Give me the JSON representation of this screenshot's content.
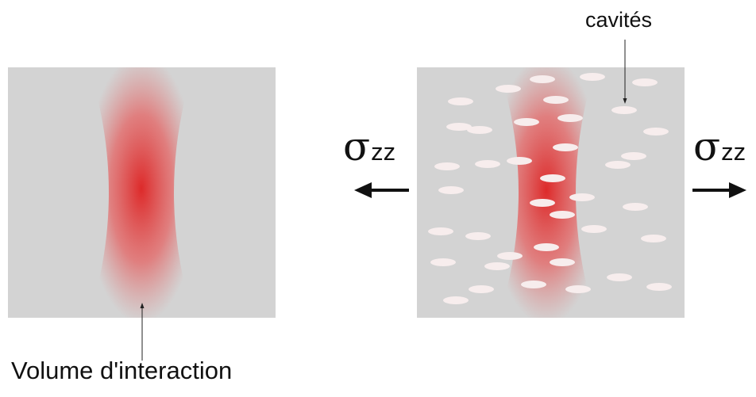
{
  "labels": {
    "interaction_volume": "Volume d'interaction",
    "cavities": "cavités"
  },
  "stress": {
    "symbol": "σ",
    "subscript": "zz"
  },
  "colors": {
    "block": "#d3d3d3",
    "volume_core": "#dd2a2a",
    "cavity": "#f7eded",
    "text": "#111111"
  },
  "icons": [
    "arrow-left-icon",
    "arrow-right-icon"
  ]
}
